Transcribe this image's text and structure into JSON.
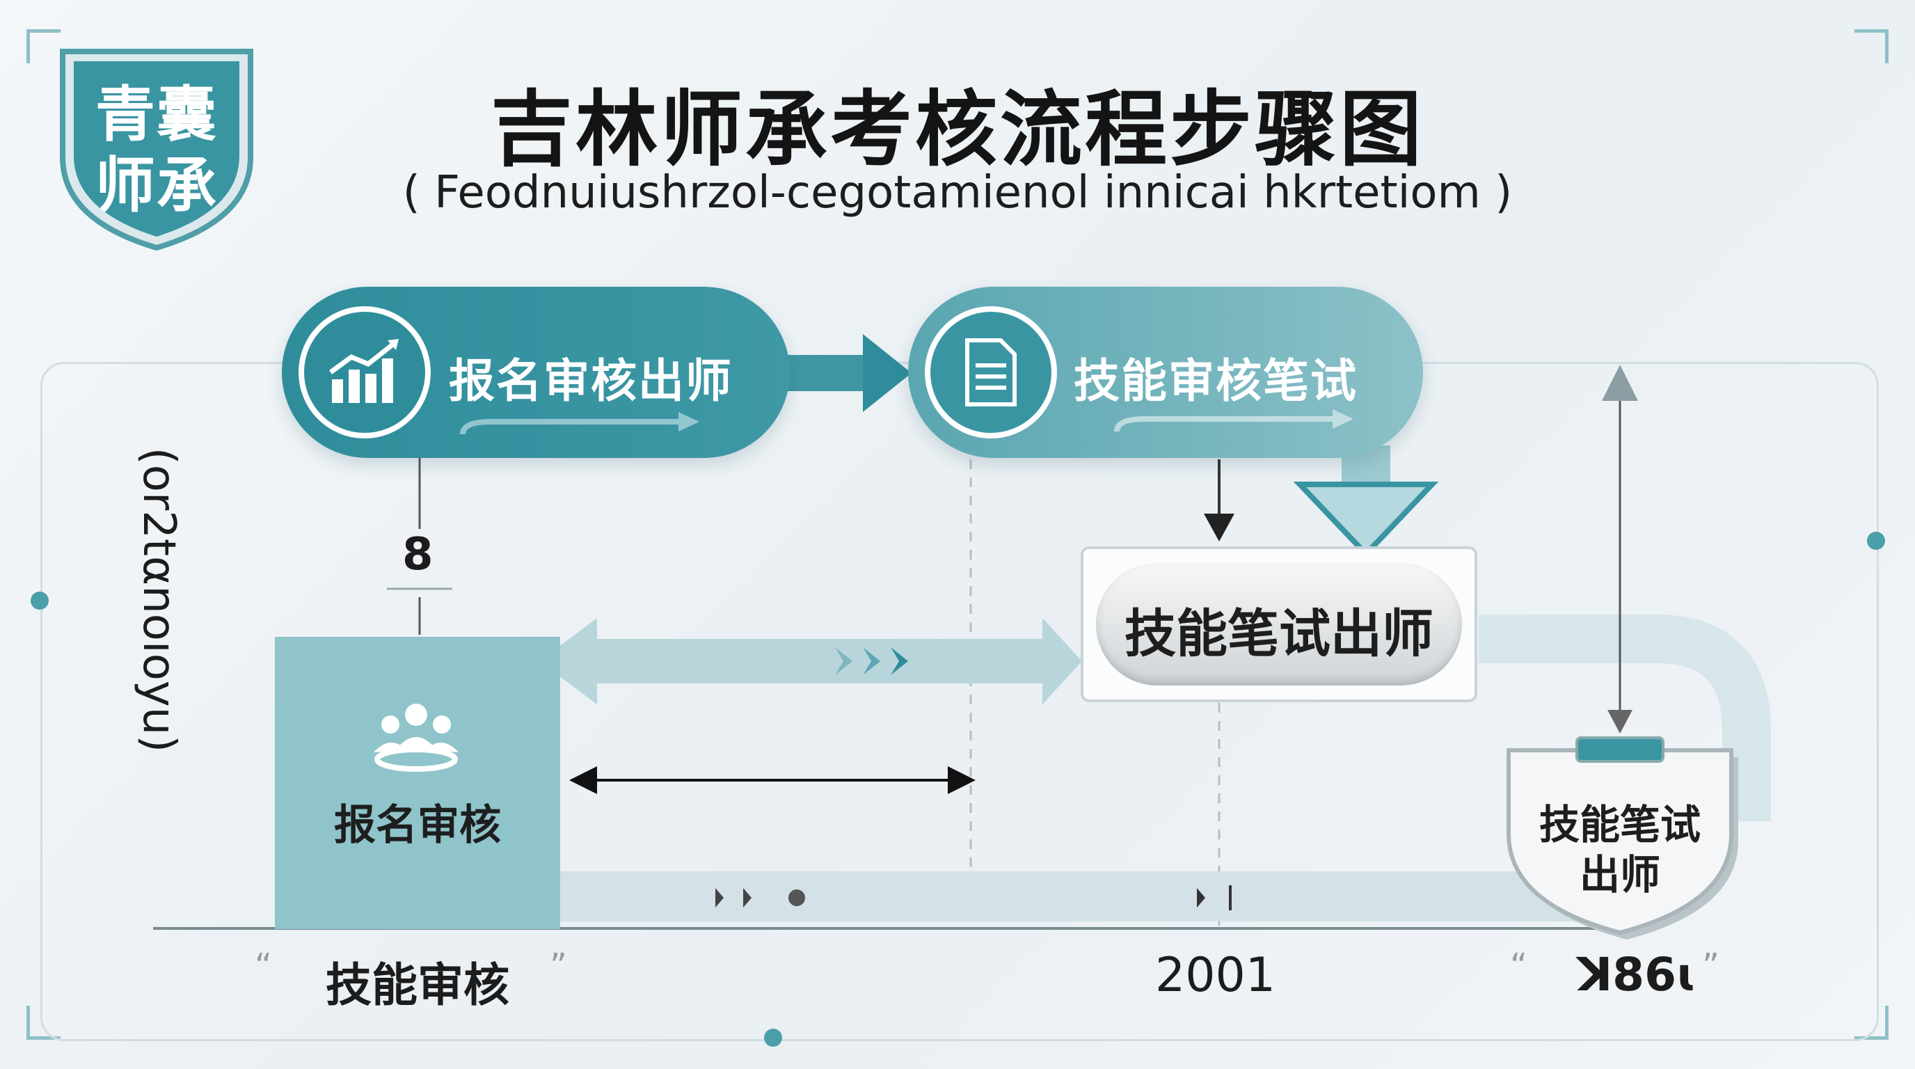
{
  "badge": {
    "line1": "青囊",
    "line2": "师承"
  },
  "title": "吉林师承考核流程步骤图",
  "subtitle": "( Feodnuiushrzol-cegotamienol innicai hkrtetiom )",
  "steps": {
    "step1": {
      "label": "报名审核出师",
      "icon": "chart-icon"
    },
    "step2": {
      "label": "技能审核笔试",
      "icon": "document-icon"
    },
    "step3": {
      "label": "技能笔试出师"
    },
    "step4": {
      "label": "报名审核",
      "icon": "people-icon"
    },
    "step5": {
      "line1": "技能笔试",
      "line2": "出师"
    }
  },
  "annotations": {
    "number_label": "8",
    "vertical_label": "(or2tαnoıoyu)",
    "bottom_left": "技能审核",
    "bottom_mid": "2001",
    "bottom_right": "ꓘ86ɩ",
    "quote_open": "“",
    "quote_close": "”"
  },
  "colors": {
    "teal_dark": "#2f8d9b",
    "teal_mid": "#5aa9b4",
    "teal_light": "#8fc4ca",
    "arrow_light": "#c5dde3",
    "dot": "#4a9fa9"
  }
}
